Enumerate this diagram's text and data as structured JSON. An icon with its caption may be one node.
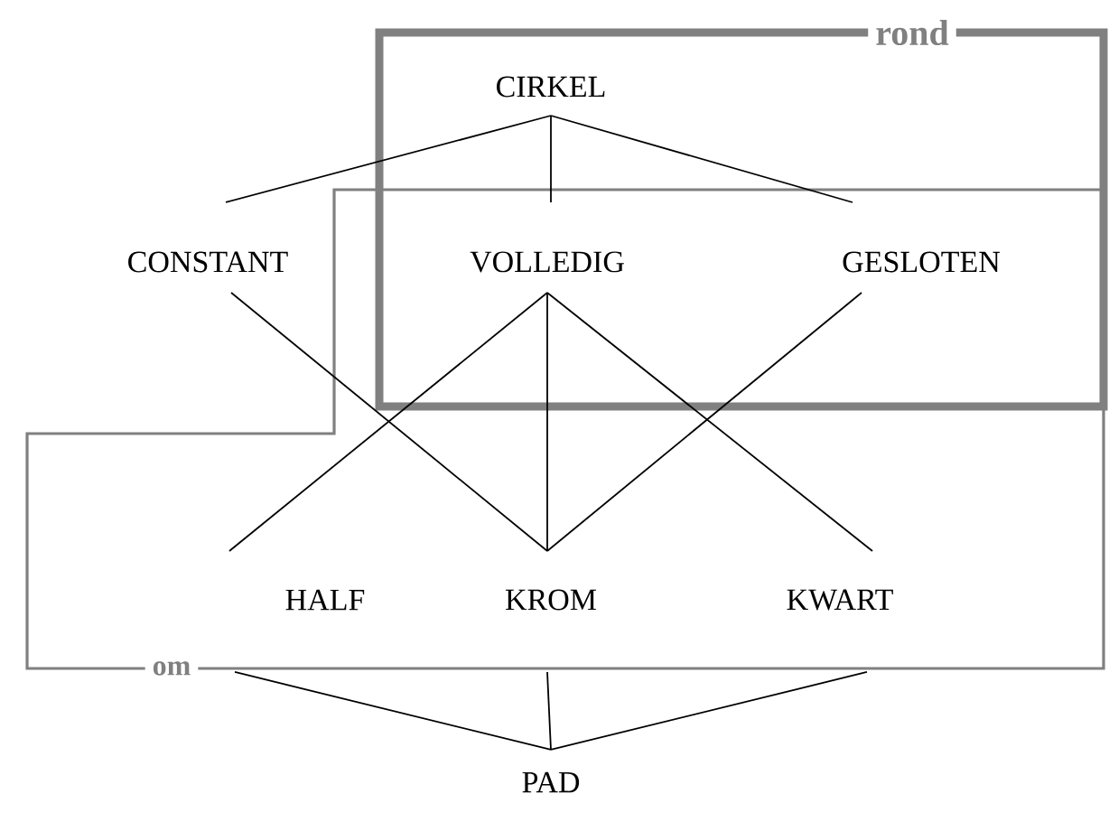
{
  "diagram": {
    "nodes": [
      {
        "text": [
          "CIRKEL"
        ]
      },
      {
        "text": [
          "CONSTANT"
        ]
      },
      {
        "text": [
          "VOLLEDIG"
        ]
      },
      {
        "text": [
          "GESLOTEN"
        ]
      },
      {
        "text": [
          "HALF"
        ]
      },
      {
        "text": [
          "KROM"
        ]
      },
      {
        "text": [
          "KWART"
        ]
      },
      {
        "text": [
          "PAD"
        ]
      }
    ],
    "edges": [
      {
        "from": 0,
        "to": 1,
        "arrow": "none"
      },
      {
        "from": 0,
        "to": 2,
        "arrow": "none"
      },
      {
        "from": 0,
        "to": 3,
        "arrow": "none"
      },
      {
        "from": 1,
        "to": 5,
        "arrow": "none"
      },
      {
        "from": 2,
        "to": 4,
        "arrow": "none"
      },
      {
        "from": 2,
        "to": 5,
        "arrow": "none"
      },
      {
        "from": 2,
        "to": 6,
        "arrow": "none"
      },
      {
        "from": 3,
        "to": 5,
        "arrow": "none"
      },
      {
        "from": 4,
        "to": 7,
        "arrow": "none"
      },
      {
        "from": 5,
        "to": 7,
        "arrow": "none"
      },
      {
        "from": 6,
        "to": 7,
        "arrow": "none"
      }
    ],
    "labels": [
      "rond",
      "om"
    ]
  }
}
